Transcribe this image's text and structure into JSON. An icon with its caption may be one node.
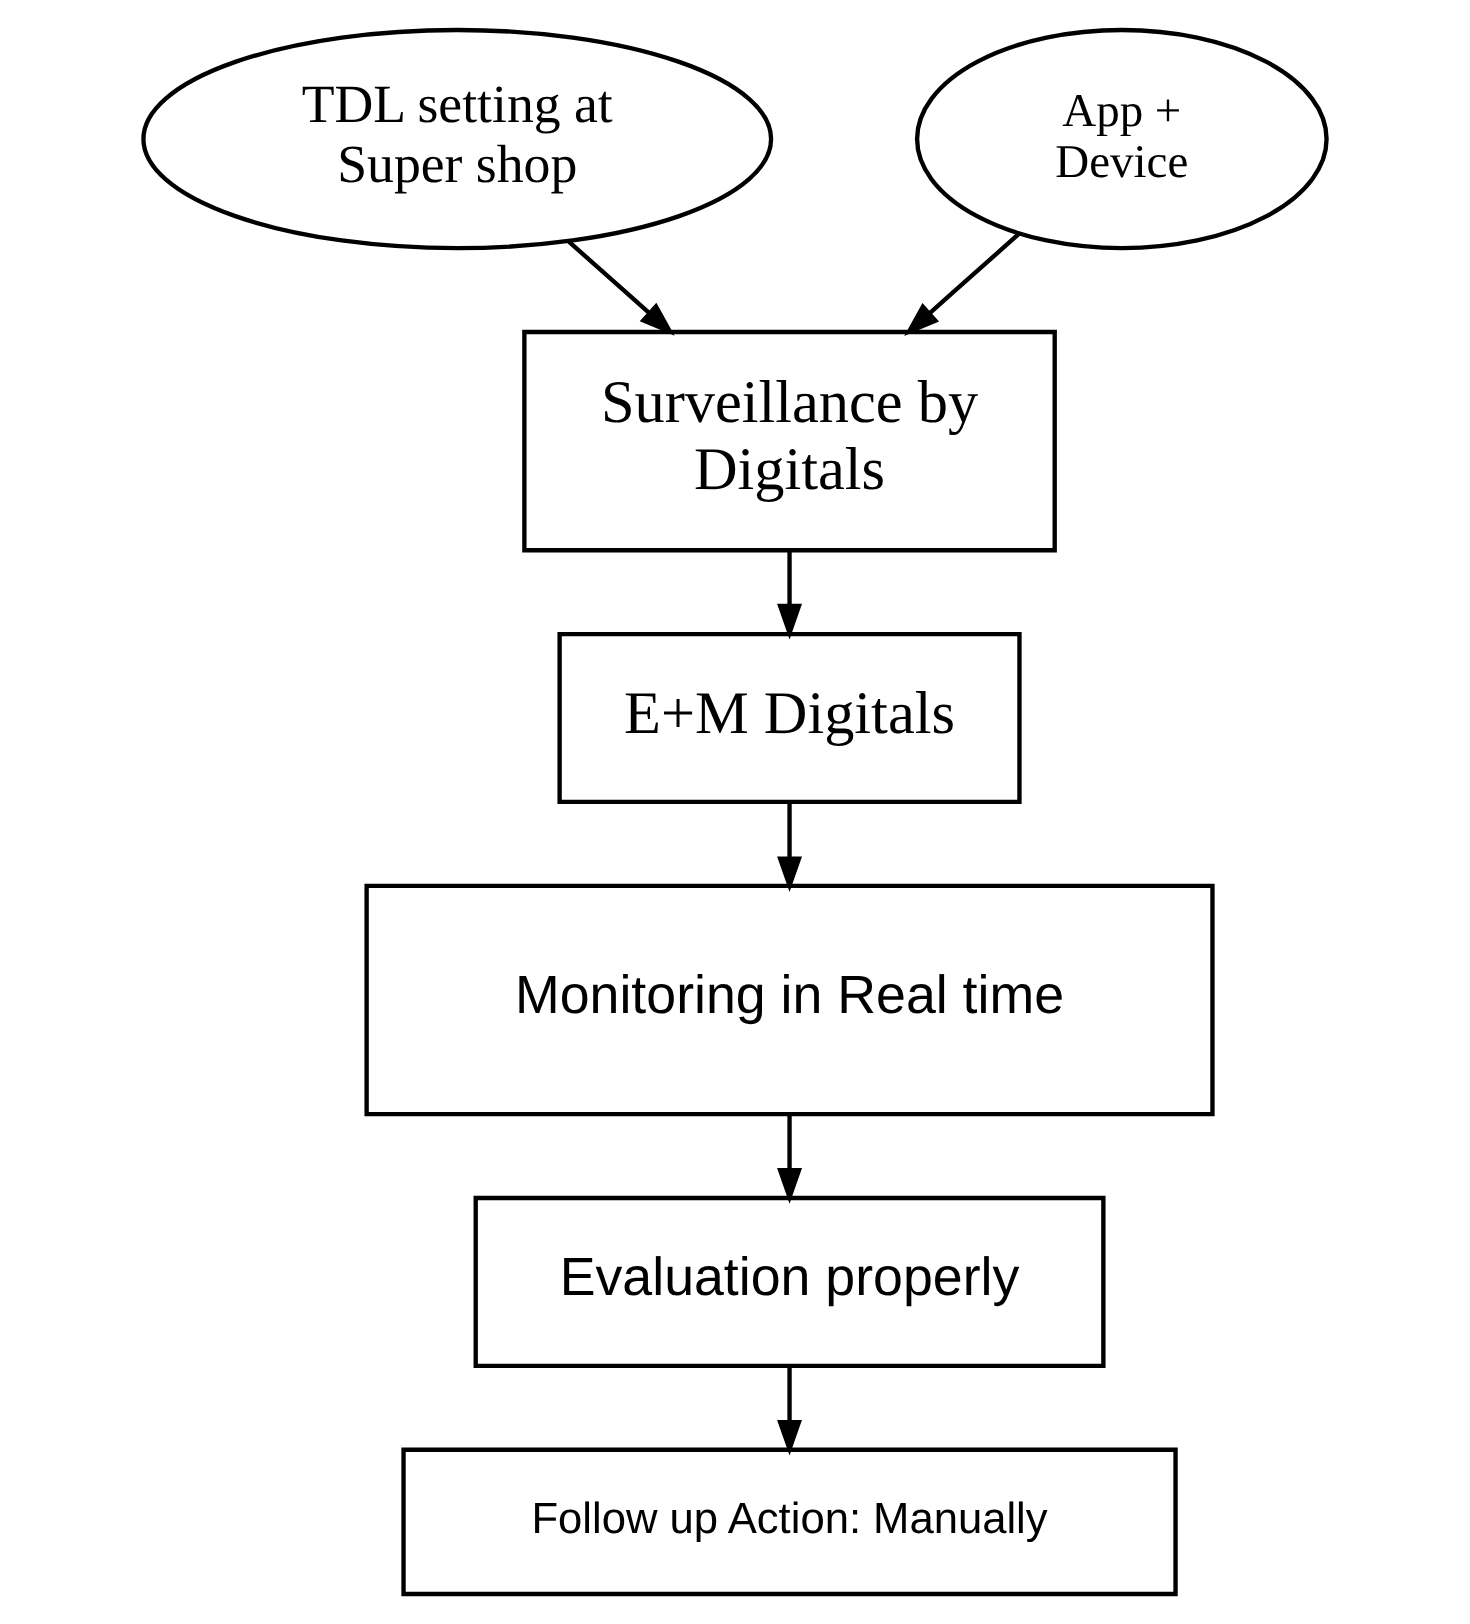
{
  "diagram": {
    "nodes": [
      {
        "text": [
          "TDL setting at Super shop"
        ]
      },
      {
        "text": [
          "App + Device"
        ]
      },
      {
        "text": [
          "Surveillance by Digitals"
        ]
      },
      {
        "text": [
          "E+M Digitals"
        ]
      },
      {
        "text": [
          "Monitoring in Real time"
        ]
      },
      {
        "text": [
          "Evaluation properly"
        ]
      },
      {
        "text": [
          "Follow up Action: Manually"
        ]
      }
    ],
    "edges": [
      {
        "from": 0,
        "to": 2,
        "arrow": "to"
      },
      {
        "from": 1,
        "to": 2,
        "arrow": "to"
      },
      {
        "from": 2,
        "to": 3,
        "arrow": "to"
      },
      {
        "from": 3,
        "to": 4,
        "arrow": "to"
      },
      {
        "from": 4,
        "to": 5,
        "arrow": "to"
      },
      {
        "from": 5,
        "to": 6,
        "arrow": "to"
      }
    ]
  }
}
